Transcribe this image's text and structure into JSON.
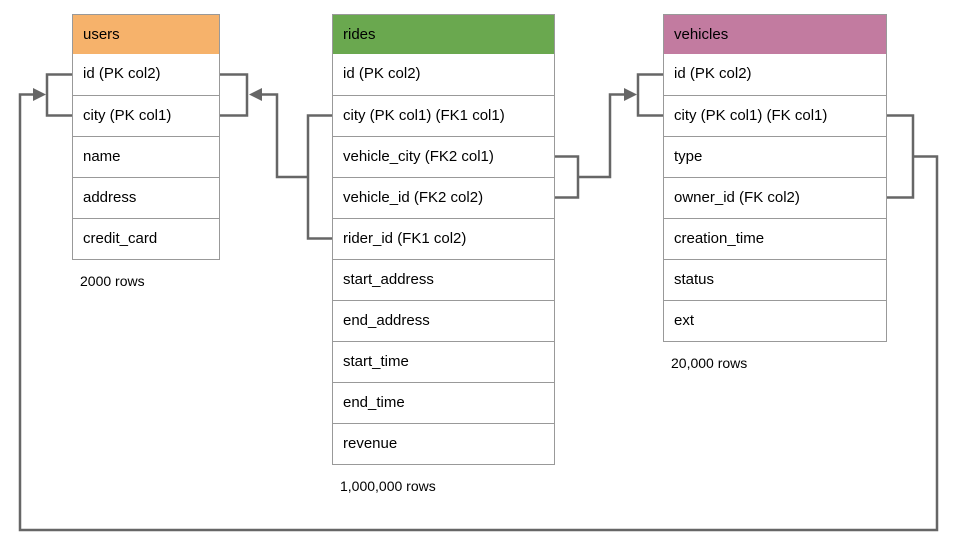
{
  "diagram": {
    "connector_color": "#666666",
    "table_border_color": "#999999",
    "tables": [
      {
        "name": "users",
        "header_color": "#F6B26B",
        "columns": [
          "id (PK col2)",
          "city (PK col1)",
          "name",
          "address",
          "credit_card"
        ],
        "row_count_label": "2000 rows"
      },
      {
        "name": "rides",
        "header_color": "#6AA84F",
        "columns": [
          "id (PK col2)",
          "city (PK col1) (FK1 col1)",
          "vehicle_city (FK2 col1)",
          "vehicle_id (FK2 col2)",
          "rider_id (FK1 col2)",
          "start_address",
          "end_address",
          "start_time",
          "end_time",
          "revenue"
        ],
        "row_count_label": "1,000,000 rows"
      },
      {
        "name": "vehicles",
        "header_color": "#C27BA0",
        "columns": [
          "id (PK col2)",
          "city (PK col1) (FK col1)",
          "type",
          "owner_id (FK col2)",
          "creation_time",
          "status",
          "ext"
        ],
        "row_count_label": "20,000 rows"
      }
    ]
  }
}
